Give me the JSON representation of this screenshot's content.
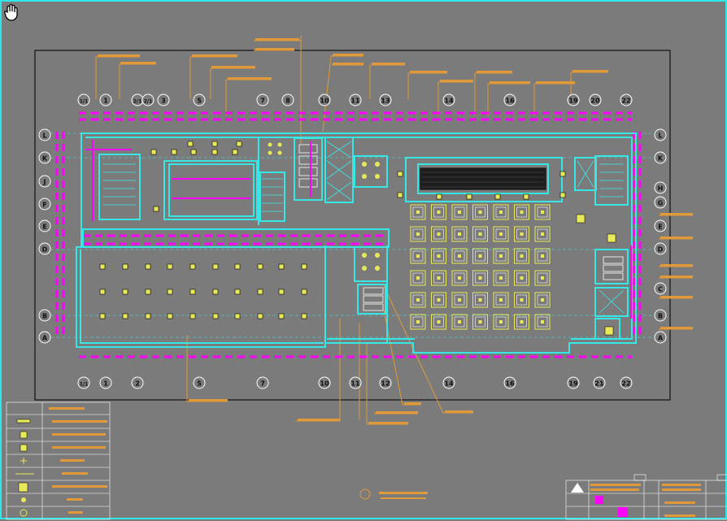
{
  "canvas": {
    "background": "#7b7b7b",
    "accent_colors": {
      "wall": "#39e6e6",
      "annotation": "#ff00ff",
      "fixture": "#e8e85a",
      "leader": "#e09a3a",
      "drawing_border": "#111111"
    }
  },
  "toolbar": {
    "pan_tool_icon": "hand-pan-icon"
  },
  "grid": {
    "top_labels": [
      "1/1",
      "1",
      "2/1",
      "2/1",
      "3",
      "5",
      "7",
      "8",
      "10",
      "11",
      "13",
      "14",
      "16",
      "19",
      "20",
      "22"
    ],
    "bottom_labels": [
      "1/1",
      "1",
      "2",
      "5",
      "7",
      "10",
      "11",
      "12",
      "14",
      "16",
      "19",
      "21",
      "22"
    ],
    "left_labels": [
      "L",
      "K",
      "J",
      "F",
      "E",
      "D",
      "B",
      "A"
    ],
    "right_labels": [
      "L",
      "K",
      "H",
      "G",
      "E",
      "D",
      "C",
      "B",
      "A"
    ]
  }
}
